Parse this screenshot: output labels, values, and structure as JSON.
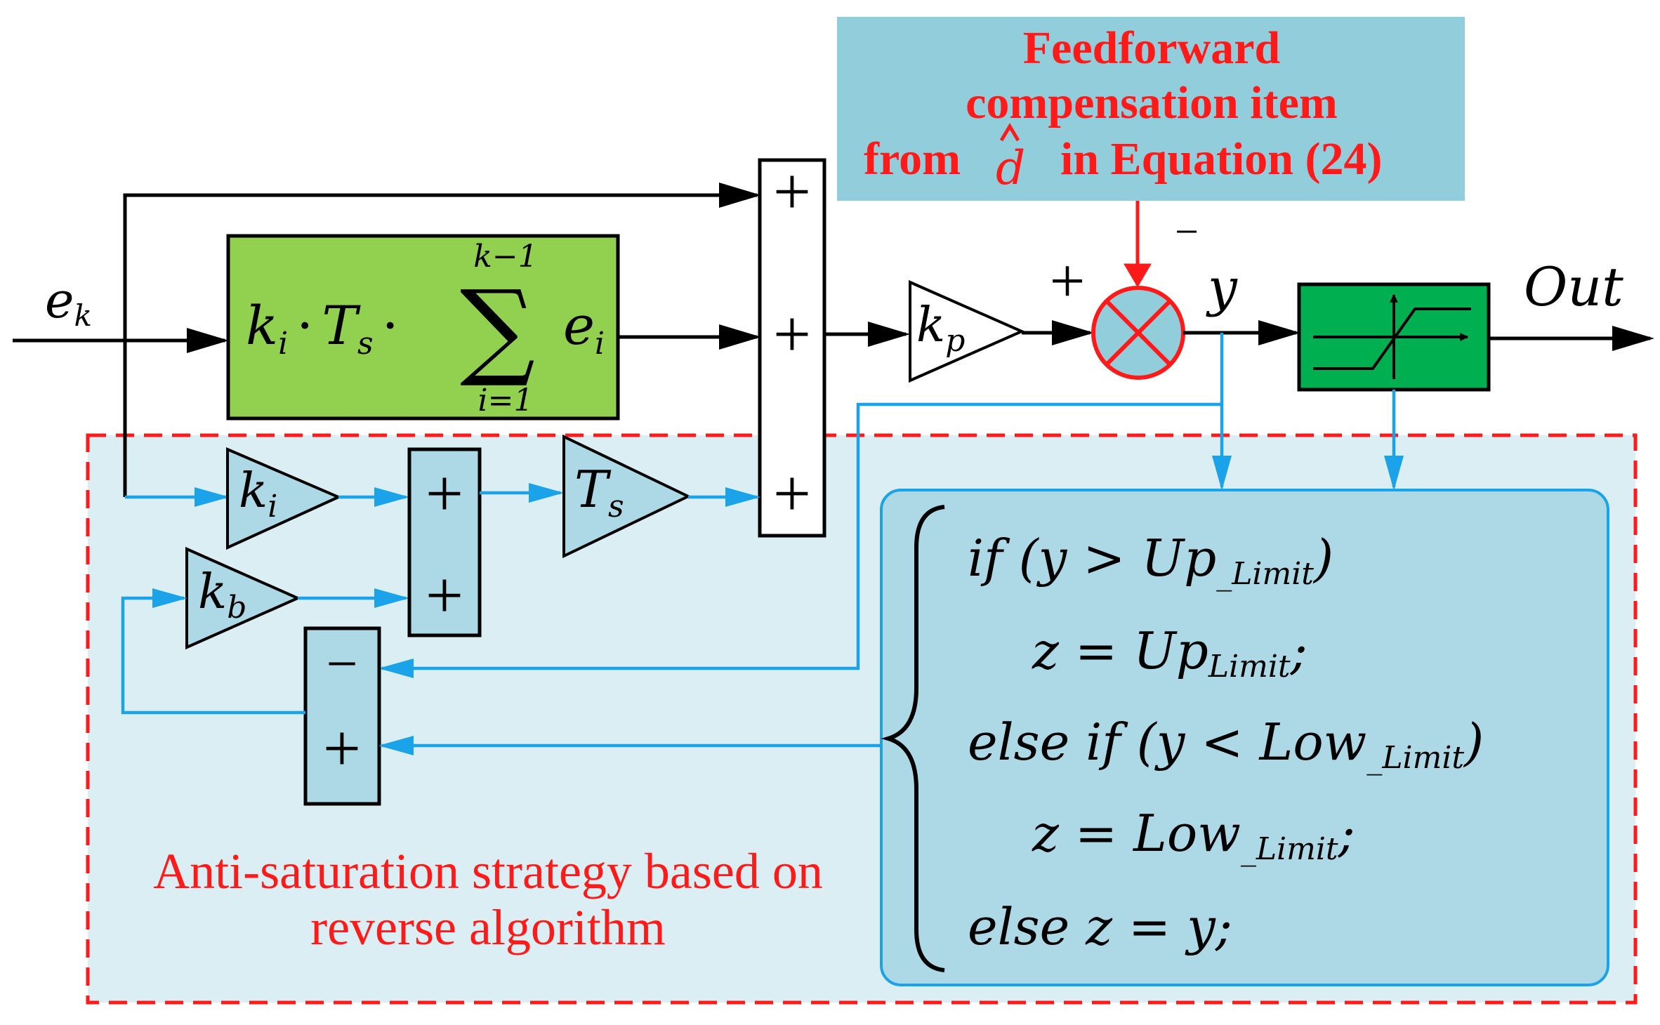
{
  "feedforward_box": {
    "line1": "Feedforward",
    "line2": "compensation item",
    "line3_pre": "from",
    "line3_sym": "d",
    "line3_post": "in Equation (24)"
  },
  "input_label": {
    "e": "e",
    "sub": "k"
  },
  "integral_block": {
    "k": "k",
    "k_sub": "i",
    "dot": "·",
    "T": "T",
    "T_sub": "s",
    "sum": "∑",
    "upper": "k−1",
    "lower": "i=1",
    "e": "e",
    "e_sub": "i"
  },
  "gain_kp": {
    "k": "k",
    "sub": "p"
  },
  "gain_ki": {
    "k": "k",
    "sub": "i"
  },
  "gain_kb": {
    "k": "k",
    "sub": "b"
  },
  "gain_ts": {
    "T": "T",
    "sub": "s"
  },
  "signs": {
    "plus": "+",
    "minus": "−"
  },
  "y_label": "y",
  "out_label": "Out",
  "anti_sat_caption": {
    "line1": "Anti-saturation strategy based on",
    "line2": "reverse algorithm"
  },
  "code": {
    "l1_a": "if (y > Up",
    "l1_sub": "_Limit",
    "l1_b": ")",
    "l2_a": "z = Up",
    "l2_sub": "Limit",
    "l2_b": ";",
    "l3_a": "else if (y < Low",
    "l3_sub": "_Limit",
    "l3_b": ")",
    "l4_a": "z = Low",
    "l4_sub": "_Limit",
    "l4_b": ";",
    "l5": "else z = y;"
  },
  "colors": {
    "integral_green": "#92d050",
    "saturation_green": "#00b050",
    "panel_blue": "#dbeef4",
    "box_blue": "#add8e6",
    "feedforward_bg": "#92cddc",
    "arrow_blue": "#1aa3e8",
    "accent_red": "#ff1a1a"
  }
}
